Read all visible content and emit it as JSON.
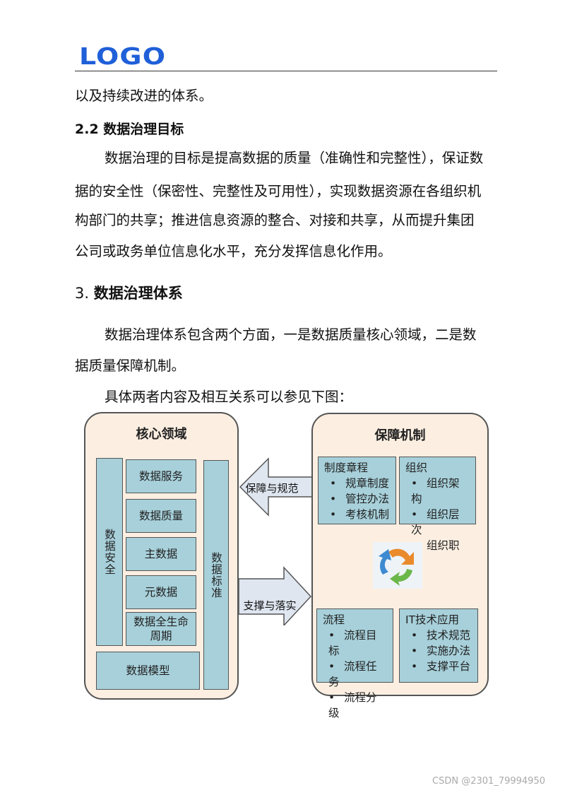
{
  "header": {
    "logo_text": "LOGO"
  },
  "body": {
    "line1": "以及持续改进的体系。",
    "section_2_2": "2.2 数据治理目标",
    "para1": [
      "数据治理的目标是提高数据的质量（准确性和完整性），保证数",
      "据的安全性（保密性、完整性及可用性），实现数据资源在各组织机",
      "构部门的共享；推进信息资源的整合、对接和共享，从而提升集团",
      "公司或政务单位信息化水平，充分发挥信息化作用。"
    ],
    "heading3_num": "3.",
    "heading3_title": "数据治理体系",
    "para2": [
      "数据治理体系包含两个方面，一是数据质量核心领域，二是数",
      "据质量保障机制。"
    ],
    "para3": "具体两者内容及相互关系可以参见下图："
  },
  "diagram": {
    "left_title": "核心领域",
    "data_security": "数据安全",
    "data_service": "数据服务",
    "data_quality": "数据质量",
    "master_data": "主数据",
    "meta_data": "元数据",
    "lifecycle": "数据全生命周期",
    "data_model": "数据模型",
    "data_standard": "数据标准",
    "right_title": "保障机制",
    "arrow_top_label": "保障与规范",
    "arrow_bottom_label": "支撑与落实",
    "boxes": {
      "rules": {
        "title": "制度章程",
        "items": [
          "规章制度",
          "管控办法",
          "考核机制"
        ]
      },
      "org": {
        "title": "组织",
        "items": [
          "组织架构",
          "组织层次",
          "组织职责"
        ]
      },
      "process": {
        "title": "流程",
        "items": [
          "流程目标",
          "流程任务",
          "流程分级"
        ]
      },
      "it": {
        "title": "IT技术应用",
        "items": [
          "技术规范",
          "实施办法",
          "支撑平台"
        ]
      }
    }
  },
  "footer": {
    "watermark": "CSDN @2301_79994950"
  }
}
